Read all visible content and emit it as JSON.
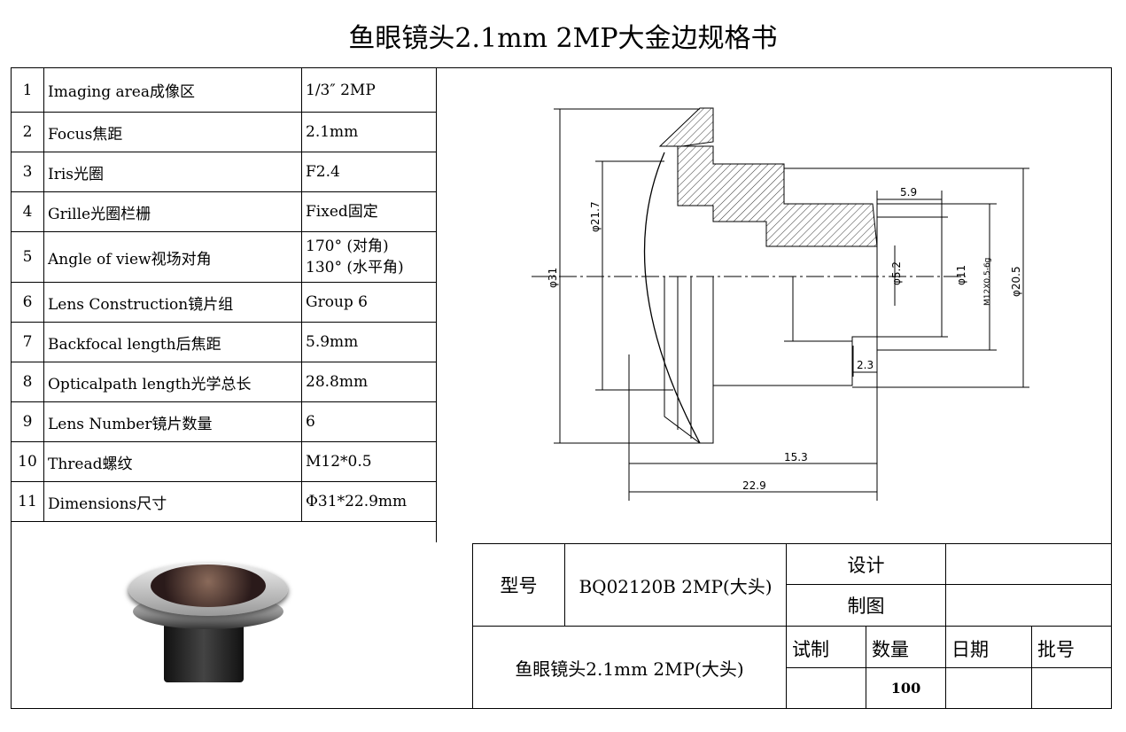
{
  "title": "鱼眼镜头2.1mm 2MP大金边规格书",
  "specs": [
    {
      "no": "1",
      "label": "Imaging area成像区",
      "value": "1/3″ 2MP"
    },
    {
      "no": "2",
      "label": "Focus焦距",
      "value": "2.1mm"
    },
    {
      "no": "3",
      "label": "Iris光圈",
      "value": "F2.4"
    },
    {
      "no": "4",
      "label": "Grille光圈栏栅",
      "value": "Fixed固定"
    },
    {
      "no": "5",
      "label": "Angle of view视场对角",
      "value": "170° (对角)",
      "value2": "130° (水平角)"
    },
    {
      "no": "6",
      "label": "Lens Construction镜片组",
      "value": "Group 6"
    },
    {
      "no": "7",
      "label": "Backfocal length后焦距",
      "value": "5.9mm"
    },
    {
      "no": "8",
      "label": "Opticalpath length光学总长",
      "value": "28.8mm"
    },
    {
      "no": "9",
      "label": "Lens Number镜片数量",
      "value": "6"
    },
    {
      "no": "10",
      "label": "Thread螺纹",
      "value": "M12*0.5"
    },
    {
      "no": "11",
      "label": "Dimensions尺寸",
      "value": "Φ31*22.9mm"
    }
  ],
  "drawing": {
    "d31": "φ31",
    "d217": "φ21.7",
    "d59": "5.9",
    "d52": "φ5.2",
    "d11": "φ11",
    "thread": "M12X0.5-6g",
    "d205": "φ20.5",
    "d23": "2.3",
    "d153": "15.3",
    "d229": "22.9"
  },
  "titleblock": {
    "model_label": "型号",
    "model": "BQ02120B 2MP(大头)",
    "design": "设计",
    "drawing": "制图",
    "name": "鱼眼镜头2.1mm 2MP(大头)",
    "trial": "试制",
    "qty_label": "数量",
    "date": "日期",
    "batch": "批号",
    "qty": "100"
  }
}
